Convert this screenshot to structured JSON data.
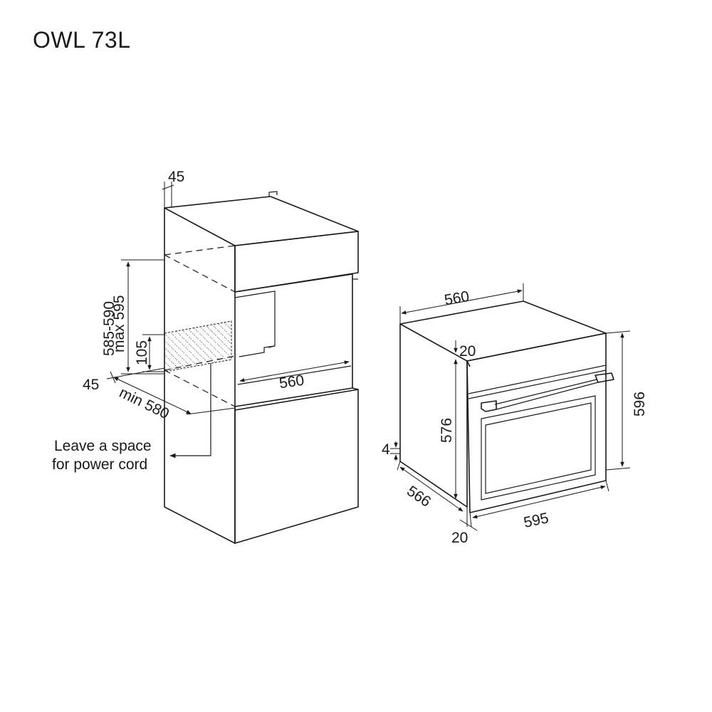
{
  "model": "OWL 73L",
  "cabinet_dimensions": {
    "top_offset": "45",
    "height_range": "585-590",
    "height_max": "max 595",
    "cutout_height": "105",
    "inner_width": "560",
    "side_offset": "45",
    "min_depth": "min 580"
  },
  "power_cord_note": {
    "line1": "Leave a space",
    "line2": "for power cord"
  },
  "oven_dimensions": {
    "width_top": "560",
    "height_total": "596",
    "front_panel_thickness": "20",
    "body_height": "576",
    "bottom_offset": "4",
    "depth": "566",
    "width_front": "595",
    "front_depth": "20"
  },
  "colors": {
    "line": "#1a1a1a",
    "hatch": "#1a1a1a",
    "background": "#ffffff"
  }
}
